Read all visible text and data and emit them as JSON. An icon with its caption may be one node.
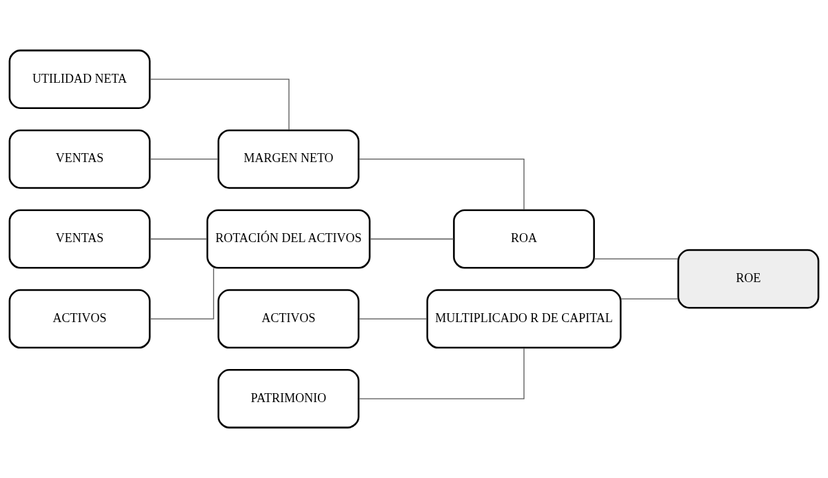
{
  "diagram": {
    "nodes": [
      {
        "text": [
          "UTILIDAD NETA"
        ]
      },
      {
        "text": [
          "VENTAS"
        ]
      },
      {
        "text": [
          "MARGEN NETO"
        ]
      },
      {
        "text": [
          "VENTAS"
        ]
      },
      {
        "text": [
          "ACTIVOS"
        ]
      },
      {
        "text": [
          "ROTACIÓN DEL ACTIVOS"
        ]
      },
      {
        "text": [
          "ROA"
        ]
      },
      {
        "text": [
          "ACTIVOS"
        ]
      },
      {
        "text": [
          "PATRIMONIO"
        ]
      },
      {
        "text": [
          "MULTIPLICADO R DE CAPITAL"
        ]
      },
      {
        "text": [
          "ROE"
        ]
      }
    ],
    "edges": [
      {
        "from": 0,
        "to": 2,
        "arrow": "none"
      },
      {
        "from": 1,
        "to": 2,
        "arrow": "none"
      },
      {
        "from": 3,
        "to": 5,
        "arrow": "none"
      },
      {
        "from": 4,
        "to": 5,
        "arrow": "none"
      },
      {
        "from": 2,
        "to": 6,
        "arrow": "none"
      },
      {
        "from": 5,
        "to": 6,
        "arrow": "none"
      },
      {
        "from": 7,
        "to": 9,
        "arrow": "none"
      },
      {
        "from": 8,
        "to": 9,
        "arrow": "none"
      },
      {
        "from": 6,
        "to": 10,
        "arrow": "none"
      },
      {
        "from": 9,
        "to": 10,
        "arrow": "none"
      }
    ]
  }
}
